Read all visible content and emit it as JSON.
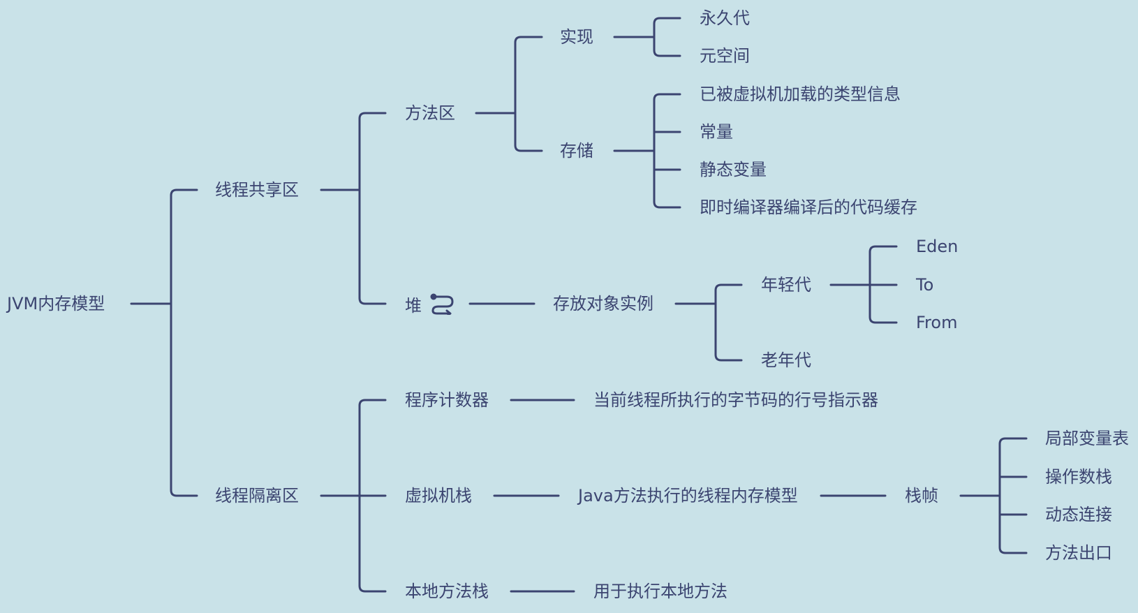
{
  "mindmap": {
    "root": "JVM内存模型",
    "shared": {
      "label": "线程共享区",
      "method_area": {
        "label": "方法区",
        "impl": {
          "label": "实现",
          "children": [
            "永久代",
            "元空间"
          ]
        },
        "storage": {
          "label": "存储",
          "children": [
            "已被虚拟机加载的类型信息",
            "常量",
            "静态变量",
            "即时编译器编译后的代码缓存"
          ]
        }
      },
      "heap": {
        "label": "堆",
        "icon": "link-loop-icon",
        "desc": "存放对象实例",
        "young": {
          "label": "年轻代",
          "children": [
            "Eden",
            "To",
            "From"
          ]
        },
        "old": "老年代"
      }
    },
    "isolated": {
      "label": "线程隔离区",
      "pc": {
        "label": "程序计数器",
        "desc": "当前线程所执行的字节码的行号指示器"
      },
      "vm_stack": {
        "label": "虚拟机栈",
        "desc": "Java方法执行的线程内存模型",
        "frame": {
          "label": "栈帧",
          "children": [
            "局部变量表",
            "操作数栈",
            "动态连接",
            "方法出口"
          ]
        }
      },
      "native_stack": {
        "label": "本地方法栈",
        "desc": "用于执行本地方法"
      }
    }
  },
  "colors": {
    "background": "#c9e2e8",
    "line": "#3b4470",
    "text": "#3b4470"
  }
}
